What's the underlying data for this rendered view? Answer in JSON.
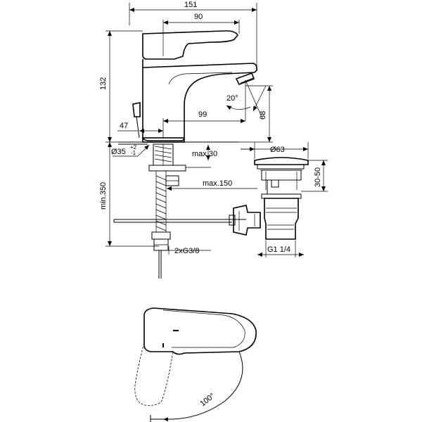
{
  "dimensions": {
    "overall_width": "151",
    "lever_reach": "90",
    "height_total": "132",
    "spout_angle": "20°",
    "spout_projection": "99",
    "spout_height": "68",
    "popup_offset": "47",
    "hole_diameter": "Ø35",
    "hole_tol_upper": "+2",
    "hole_tol_lower": "-1",
    "max_thickness": "max.30",
    "max_flex": "max.150",
    "min_height": "min.350",
    "waste_diameter": "Ø63",
    "waste_range": "30-50",
    "waste_thread": "G1 1/4",
    "hose_connection": "2xG3/8",
    "rotation_angle": "100°"
  }
}
